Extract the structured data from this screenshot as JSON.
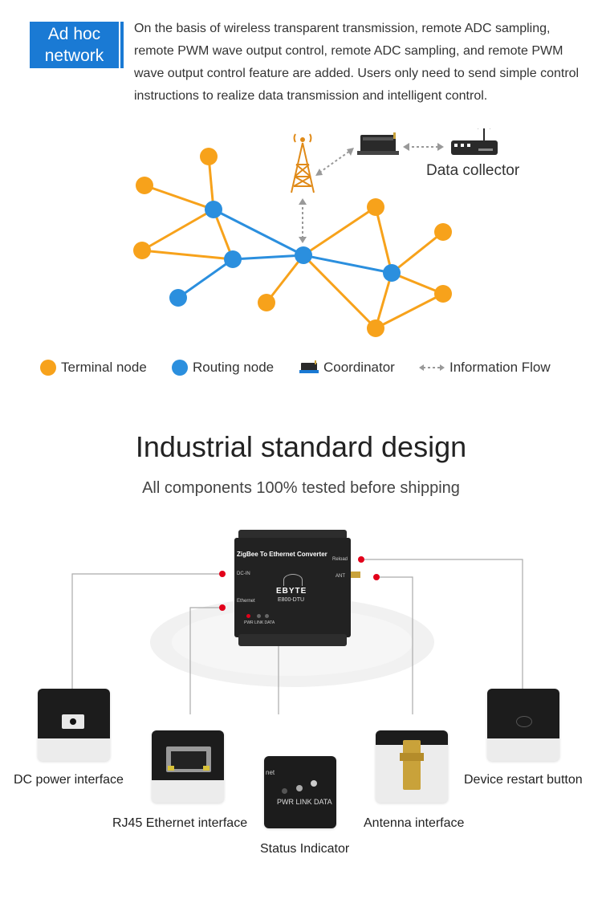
{
  "header": {
    "badge_line1": "Ad hoc",
    "badge_line2": "network",
    "intro_text": "On the basis of wireless transparent transmission, remote ADC sampling, remote PWM wave output control, remote ADC sampling, and remote PWM wave output control feature are added. Users only need to send simple control instructions to realize data transmission and intelligent control."
  },
  "network": {
    "data_collector_label": "Data collector",
    "colors": {
      "terminal": "#f7a21b",
      "routing": "#2b8fde",
      "link": "#8fa3b8"
    }
  },
  "legend": {
    "terminal": "Terminal node",
    "routing": "Routing node",
    "coordinator": "Coordinator",
    "flow": "Information Flow"
  },
  "section": {
    "title": "Industrial standard design",
    "subtitle": "All components 100% tested before shipping"
  },
  "device": {
    "title": "ZigBee To Ethernet Converter",
    "brand": "EBYTE",
    "model": "E800-DTU",
    "dcin": "DC-IN",
    "ethernet": "Ethernet",
    "reload": "Reload",
    "ant": "ANT",
    "leds": "PWR  LINK DATA"
  },
  "components": {
    "dc": "DC power interface",
    "rj45": "RJ45 Ethernet interface",
    "status": "Status Indicator",
    "antenna": "Antenna interface",
    "restart": "Device restart button",
    "status_card_leds": "PWR LINK DATA",
    "status_card_net": "net"
  }
}
